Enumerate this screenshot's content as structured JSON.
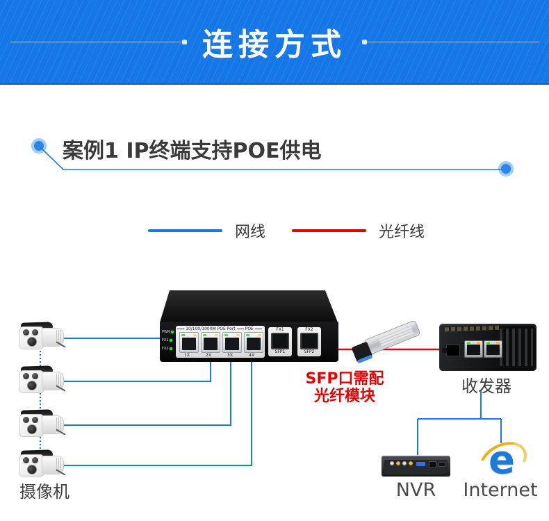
{
  "banner": {
    "title": "连接方式"
  },
  "section": {
    "title": "案例1  IP终端支持POE供电"
  },
  "legend": {
    "network": {
      "label": "网线"
    },
    "fiber": {
      "label": "光纤线"
    }
  },
  "note": {
    "line1": "SFP口需配",
    "line2": "光纤模块"
  },
  "labels": {
    "cameras": "摄像机",
    "transceiver": "收发器",
    "nvr": "NVR",
    "internet": "Internet"
  },
  "switch": {
    "leds": [
      "PWR",
      "FX1",
      "FX2"
    ],
    "top_label": "10/100/1000M POE Port",
    "top_label_right": "POE",
    "ports": [
      "1X",
      "2X",
      "3X",
      "4X"
    ],
    "sfp1": {
      "top": "FX1",
      "bottom": "SFP1"
    },
    "sfp2": {
      "top": "FX2",
      "bottom": "SFP2"
    }
  },
  "icons": {
    "ie_glyph": "e"
  },
  "colors": {
    "banner_bg": "#1577e8",
    "network_cable": "#1779e8",
    "fiber_cable": "#e60000"
  }
}
